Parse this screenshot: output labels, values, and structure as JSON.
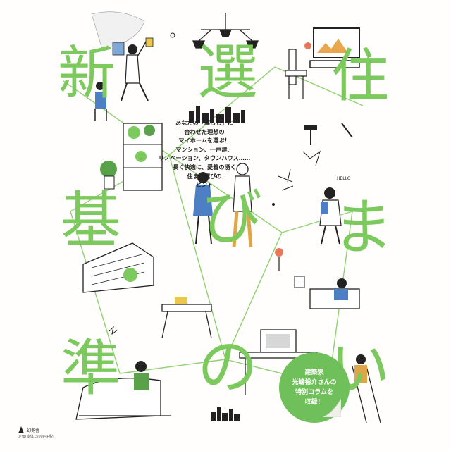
{
  "book": {
    "title_chars": [
      "新",
      "選",
      "住",
      "基",
      "び",
      "ま",
      "準",
      "の",
      "い"
    ],
    "tagline_lines": [
      "あなたの「暮らし」に",
      "合わせた理想の",
      "マイホームを選ぶ！",
      "マンション、一戸建、",
      "リノベーション、タウンハウス……",
      "長く快適に、愛着の湧く",
      "住まい選びの",
      "ヒント"
    ],
    "sticker_lines": [
      "建築家",
      "光嶋裕介さんの",
      "特別コラムを",
      "収録！"
    ],
    "publisher": "幻冬舎",
    "price": "定価(本体1500円+税)",
    "sign_letters": "HELLO"
  },
  "colors": {
    "accent_green": "#7cc95e",
    "ink": "#222222",
    "sticker_green": "#6fc05a"
  }
}
